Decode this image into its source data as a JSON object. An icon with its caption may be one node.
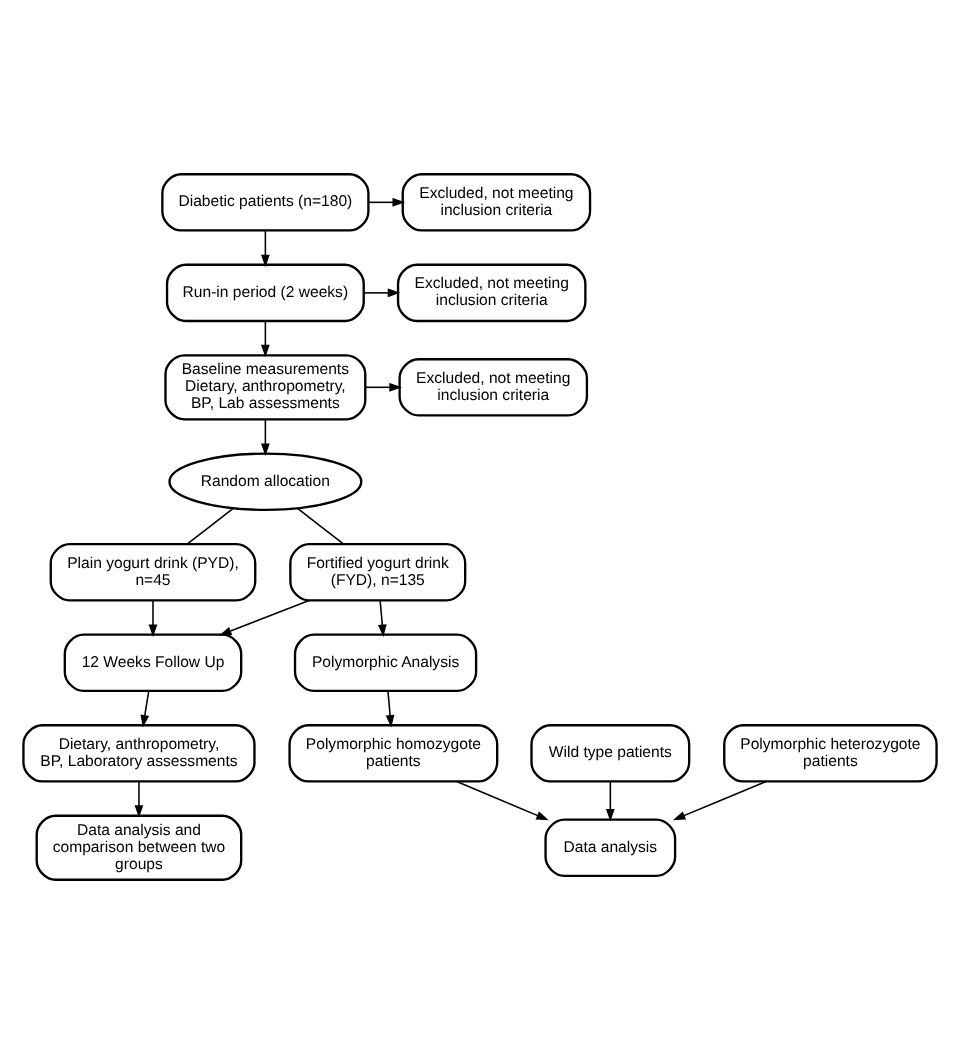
{
  "diagram": {
    "nodes": [
      {
        "text": [
          "Diabetic patients (n=180)"
        ]
      },
      {
        "text": [
          "Excluded, not meeting inclusion criteria"
        ]
      },
      {
        "text": [
          "Run-in period (2 weeks)"
        ]
      },
      {
        "text": [
          "Excluded, not meeting inclusion criteria"
        ]
      },
      {
        "text": [
          "Baseline measurements",
          "Dietary, anthropometry, BP, Lab assessments"
        ]
      },
      {
        "text": [
          "Excluded, not meeting inclusion criteria"
        ]
      },
      {
        "text": [
          "Random allocation"
        ]
      },
      {
        "text": [
          "Fortified yogurt drink (FYD), n=135"
        ]
      },
      {
        "text": [
          "Plain yogurt drink (PYD), n=45"
        ]
      },
      {
        "text": [
          "12 Weeks Follow Up"
        ]
      },
      {
        "text": [
          "Dietary, anthropometry, BP, Laboratory assessments"
        ]
      },
      {
        "text": [
          "Data analysis and comparison between two groups"
        ]
      },
      {
        "text": [
          "Polymorphic Analysis"
        ]
      },
      {
        "text": [
          "Wild type patients"
        ]
      },
      {
        "text": [
          "Polymorphic homozygote patients"
        ]
      },
      {
        "text": [
          "Polymorphic heterozygote patients"
        ]
      },
      {
        "text": [
          "Data analysis"
        ]
      }
    ],
    "edges": [
      {
        "from": 0,
        "to": 2,
        "arrow": "to"
      },
      {
        "from": 0,
        "to": 1,
        "arrow": "to"
      },
      {
        "from": 2,
        "to": 4,
        "arrow": "to"
      },
      {
        "from": 2,
        "to": 3,
        "arrow": "to"
      },
      {
        "from": 4,
        "to": 6,
        "arrow": "to"
      },
      {
        "from": 4,
        "to": 5,
        "arrow": "to"
      },
      {
        "from": 6,
        "to": 7,
        "arrow": "none"
      },
      {
        "from": 6,
        "to": 8,
        "arrow": "none"
      },
      {
        "from": 7,
        "to": 9,
        "arrow": "to"
      },
      {
        "from": 8,
        "to": 9,
        "arrow": "to"
      },
      {
        "from": 9,
        "to": 10,
        "arrow": "to"
      },
      {
        "from": 10,
        "to": 11,
        "arrow": "to"
      },
      {
        "from": 7,
        "to": 12,
        "arrow": "to"
      },
      {
        "from": 12,
        "to": 14,
        "arrow": "to"
      },
      {
        "from": 13,
        "to": 16,
        "arrow": "to"
      },
      {
        "from": 14,
        "to": 16,
        "arrow": "to"
      },
      {
        "from": 15,
        "to": 16,
        "arrow": "to"
      }
    ]
  }
}
